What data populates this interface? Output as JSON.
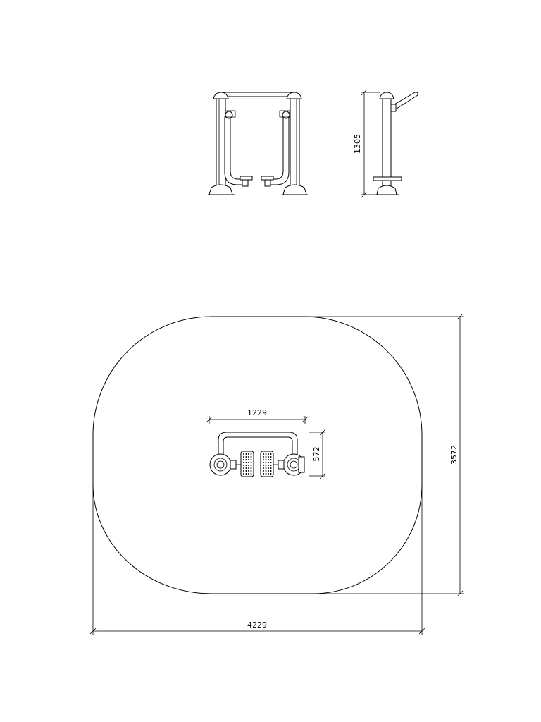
{
  "drawing": {
    "dimensions": {
      "front_height": "1305",
      "equipment_width": "1229",
      "equipment_depth": "572",
      "area_height": "3572",
      "area_width": "4229"
    }
  }
}
